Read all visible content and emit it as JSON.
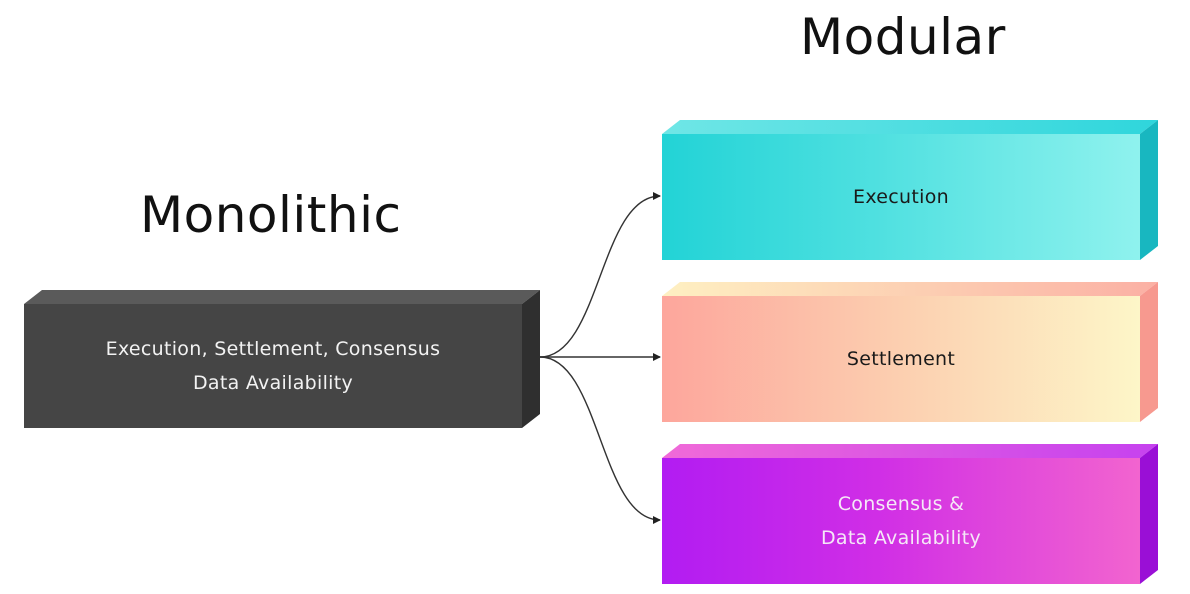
{
  "headings": {
    "modular": "Modular",
    "monolithic": "Monolithic"
  },
  "monolithic_block": {
    "line1": "Execution, Settlement, Consensus",
    "line2": "Data Availability",
    "color": "#454545"
  },
  "modular_blocks": [
    {
      "line1": "Execution",
      "line2": "",
      "color": "#22d3d6"
    },
    {
      "line1": "Settlement",
      "line2": "",
      "color": "#fccfb0"
    },
    {
      "line1": "Consensus &",
      "line2": "Data Availability",
      "color": "#c02af0"
    }
  ]
}
